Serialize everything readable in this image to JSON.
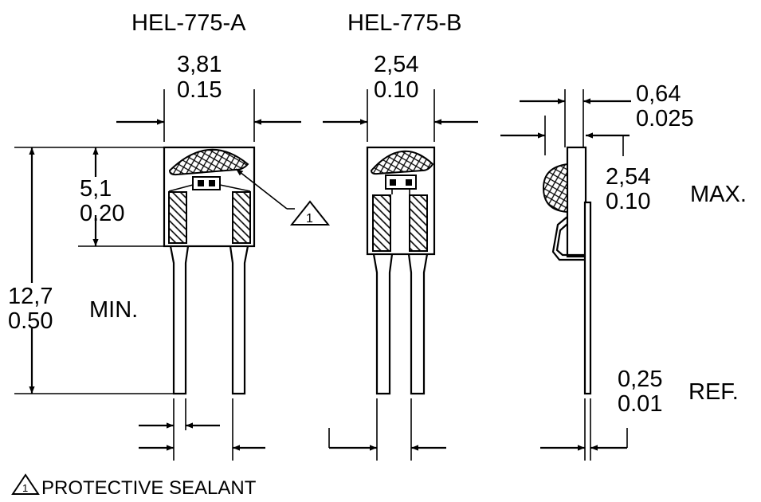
{
  "titles": {
    "part_a": "HEL-775-A",
    "part_b": "HEL-775-B"
  },
  "dims": {
    "a_width_mm": "3,81",
    "a_width_in": "0.15",
    "b_width_mm": "2,54",
    "b_width_in": "0.10",
    "lead_mm": "0,64",
    "lead_in": "0.025",
    "offset_mm": "2,54",
    "offset_in": "0.10",
    "offset_note": "MAX.",
    "height_mm": "5,1",
    "height_in": "0.20",
    "total_mm": "12,7",
    "total_in": "0.50",
    "total_note": "MIN.",
    "thick_mm": "0,25",
    "thick_in": "0.01",
    "thick_note": "REF."
  },
  "callout_number": "1",
  "legend": {
    "number": "1",
    "text": "PROTECTIVE SEALANT"
  },
  "colors": {
    "ink": "#000000",
    "paper": "#ffffff"
  }
}
